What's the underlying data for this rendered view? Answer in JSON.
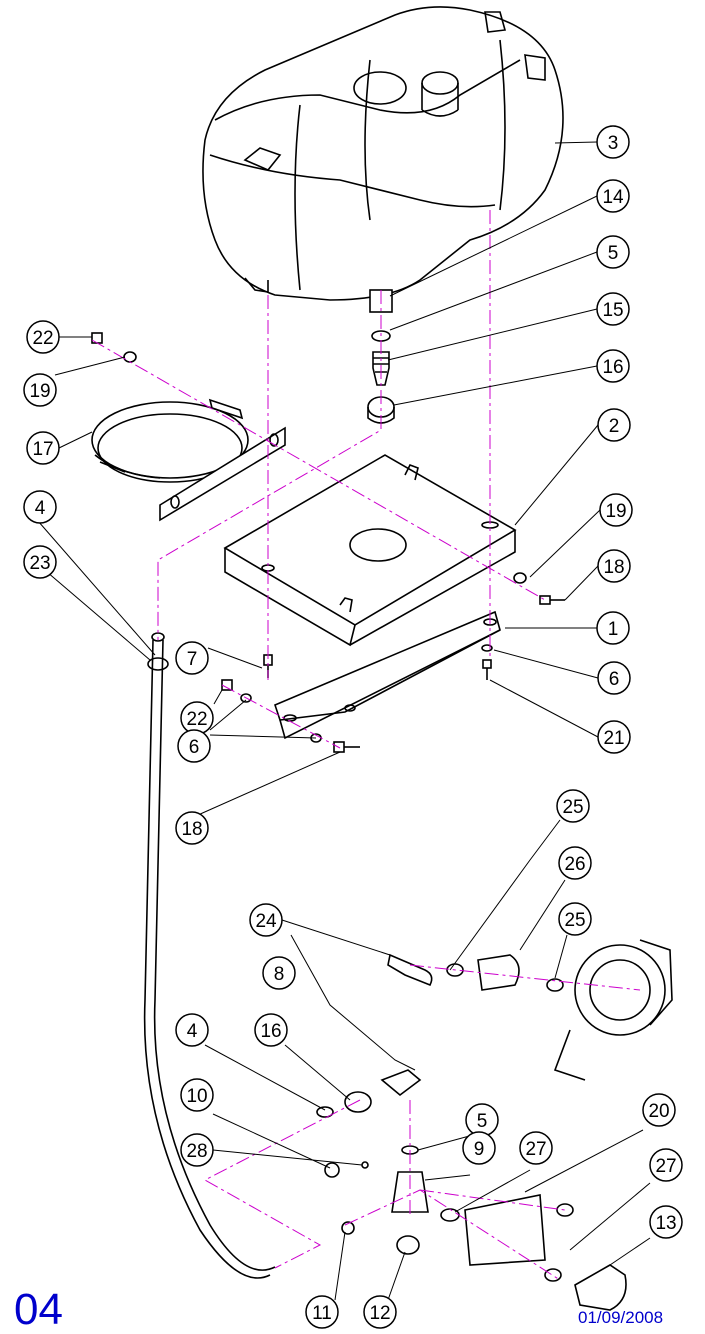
{
  "page": {
    "number": "04",
    "date": "01/09/2008"
  },
  "callouts": [
    "3",
    "14",
    "5",
    "15",
    "16",
    "2",
    "19",
    "18",
    "1",
    "6",
    "21",
    "22",
    "19",
    "17",
    "4",
    "23",
    "7",
    "22",
    "6",
    "18",
    "25",
    "26",
    "25",
    "24",
    "8",
    "4",
    "16",
    "10",
    "28",
    "5",
    "9",
    "27",
    "20",
    "27",
    "13",
    "11",
    "12"
  ],
  "colors": {
    "line": "#000000",
    "centerline": "#cc00cc",
    "label": "#0000cc"
  }
}
